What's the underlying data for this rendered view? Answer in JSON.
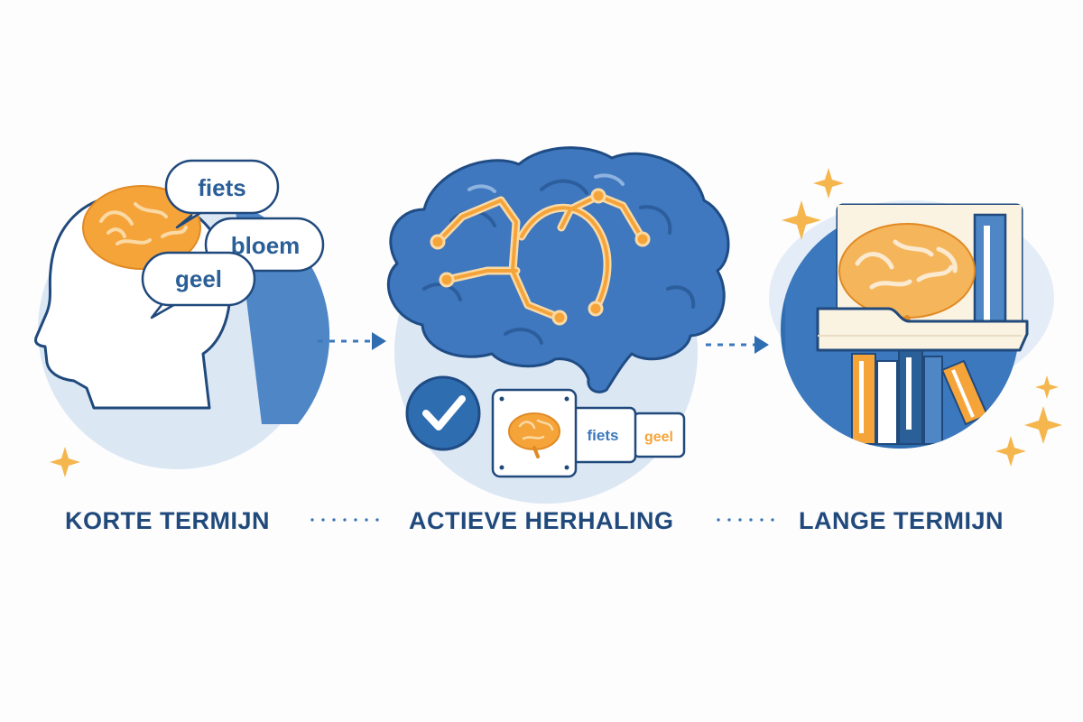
{
  "stages": [
    {
      "label": "KORTE TERMIJN",
      "words": [
        "fiets",
        "bloem",
        "geel"
      ]
    },
    {
      "label": "ACTIEVE HERHALING",
      "cards": [
        "fiets",
        "geel"
      ]
    },
    {
      "label": "LANGE TERMIJN"
    }
  ],
  "colors": {
    "blue_dark": "#20497c",
    "blue": "#3b78be",
    "blue_mid": "#4f86c6",
    "blue_light": "#dbe7f4",
    "orange": "#f5a43a",
    "orange_light": "#fbd9a4",
    "cream": "#fbf3e1"
  },
  "icons": [
    "head-silhouette-icon",
    "brain-icon",
    "speech-bubble-icon",
    "checkmark-icon",
    "flashcard-icon",
    "bookshelf-icon",
    "sparkle-icon",
    "arrow-right-icon"
  ]
}
